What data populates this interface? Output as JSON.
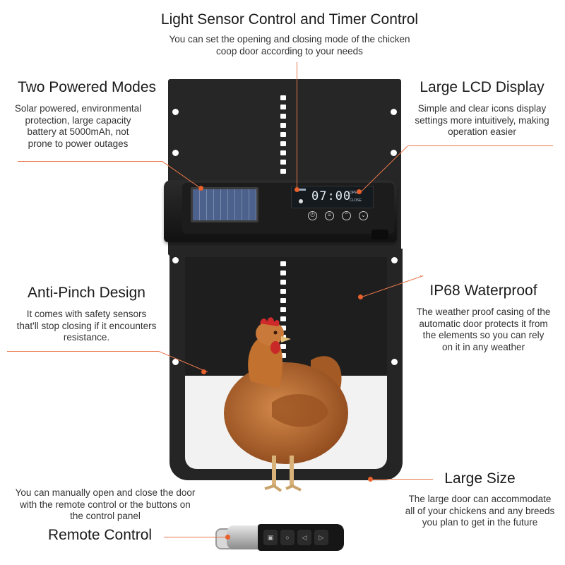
{
  "features": {
    "light_sensor": {
      "title": "Light Sensor Control and Timer Control",
      "desc_line1": "You can set the opening and closing mode of the chicken",
      "desc_line2": "coop door according to your needs"
    },
    "two_modes": {
      "title": "Two Powered Modes",
      "desc_line1": "Solar powered, environmental",
      "desc_line2": "protection, large capacity",
      "desc_line3": "battery at 5000mAh, not",
      "desc_line4": "prone to power outages"
    },
    "lcd": {
      "title": "Large LCD Display",
      "desc_line1": "Simple and clear icons display",
      "desc_line2": "settings more intuitively, making",
      "desc_line3": "operation easier"
    },
    "anti_pinch": {
      "title": "Anti-Pinch Design",
      "desc_line1": "It comes with safety sensors",
      "desc_line2": "that'll stop closing if it encounters",
      "desc_line3": "resistance."
    },
    "waterproof": {
      "title": "IP68 Waterproof",
      "desc_line1": "The weather proof casing of the",
      "desc_line2": "automatic door protects it from",
      "desc_line3": "the elements so you can rely",
      "desc_line4": "on it in any weather"
    },
    "large_size": {
      "title": "Large Size",
      "desc_line1": "The large door can accommodate",
      "desc_line2": "all of your chickens and any breeds",
      "desc_line3": "you plan to get in the future"
    },
    "remote": {
      "title": "Remote Control",
      "desc_line1": "You can manually open and close the door",
      "desc_line2": "with the remote control or the buttons on",
      "desc_line3": "the control panel"
    }
  },
  "lcd_screen": {
    "time": "07:00",
    "open_tag": "OPEN",
    "close_tag": "CLOSE"
  },
  "colors": {
    "accent": "#e8602c",
    "device": "#1d1d1d",
    "panel": "#2a2a2a",
    "solar": "#5a6f9a"
  },
  "icons": [
    "power-icon",
    "menu-icon",
    "up-arrow-icon",
    "down-arrow-icon",
    "lock-icon",
    "arrow-left-icon",
    "arrow-right-icon"
  ]
}
